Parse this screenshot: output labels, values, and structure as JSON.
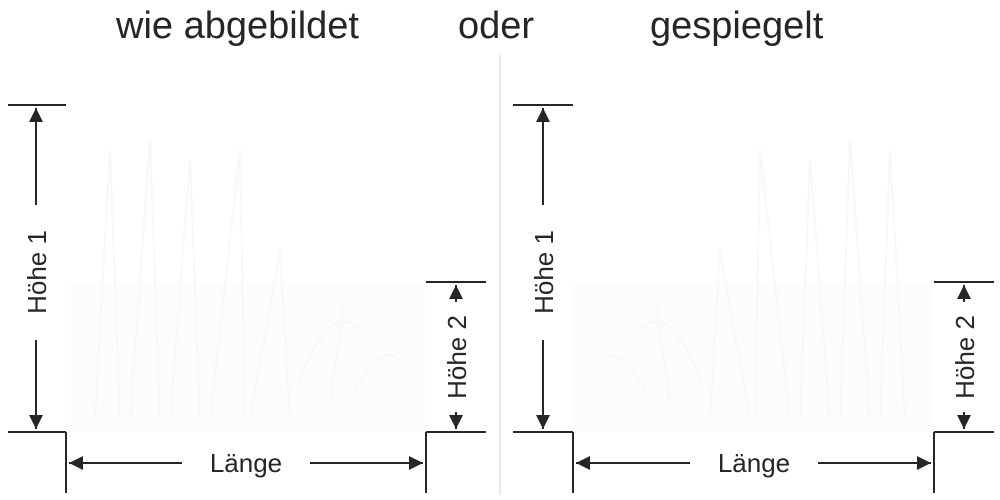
{
  "titles": {
    "left": "wie abgebildet",
    "middle": "oder",
    "right": "gespiegelt"
  },
  "left_panel": {
    "height1_label": "Höhe 1",
    "height2_label": "Höhe 2",
    "length_label": "Länge"
  },
  "right_panel": {
    "height1_label": "Höhe 1",
    "height2_label": "Höhe 2",
    "length_label": "Länge"
  },
  "colors": {
    "line": "#262626",
    "divider": "#e0e0e0",
    "sticker_ghost": "#f7f7f7"
  }
}
